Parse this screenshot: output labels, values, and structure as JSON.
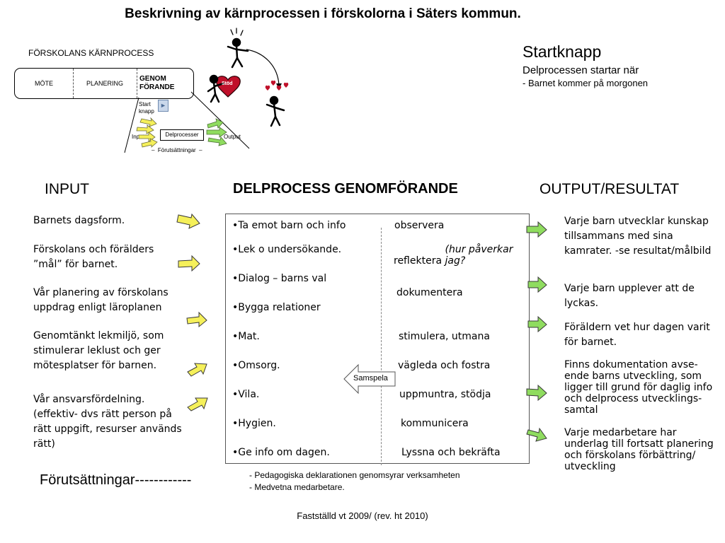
{
  "title": "Beskrivning av kärnprocessen i förskolorna i Säters kommun.",
  "mini_diagram": {
    "heading": "FÖRSKOLANS KÄRNPROCESS",
    "segments": [
      "MÖTE",
      "PLANERING",
      "GENOM\nFÖRANDE"
    ],
    "stod": "Stöd",
    "startknapp": "Start\nknapp",
    "play_symbol": "►",
    "input": "Input",
    "delprocesser": "Delprocesser",
    "output": "Output",
    "forutsattningar": "Förutsättningar"
  },
  "startknapp": {
    "heading": "Startknapp",
    "line1": "Delprocessen startar när",
    "line2": "- Barnet kommer på morgonen"
  },
  "headers": {
    "input": "INPUT",
    "delprocess": "DELPROCESS GENOMFÖRANDE",
    "output": "OUTPUT/RESULTAT"
  },
  "input_items": [
    "Barnets dagsform.",
    "Förskolans och förälders ”mål” för barnet.",
    "Vår planering av förskolans uppdrag enligt läroplanen",
    "Genomtänkt lekmiljö, som stimulerar leklust och ger mötesplatser för barnen.",
    "Vår ansvarsfördelning. (effektiv- dvs rätt person på rätt uppgift, resurser används rätt)"
  ],
  "bullet_char": "•",
  "process_left": [
    "Ta emot barn och info",
    "Lek o undersökande.",
    "Dialog – barns val",
    "Bygga relationer",
    "Mat.",
    "Omsorg.",
    "Vila.",
    "Hygien.",
    "Ge info om dagen."
  ],
  "process_right": [
    "observera",
    "reflektera",
    "dokumentera",
    "stimulera, utmana",
    "vägleda och fostra",
    "uppmuntra, stödja",
    "kommunicera",
    "Lyssna och bekräfta"
  ],
  "reflektera_note": "(hur påverkar jag?",
  "samspela": "Samspela",
  "output_items": [
    "Varje barn utvecklar kunskap tillsammans med sina kamrater. -se resultat/målbild",
    "Varje barn upplever att de lyckas.",
    "Föräldern vet hur dagen varit för barnet.",
    "Finns dokumentation avse-ende barns utveckling, som ligger till grund för daglig info och delprocess utvecklings-samtal",
    "Varje medarbetare har underlag till fortsatt planering och förskolans förbättring/ utveckling"
  ],
  "forutsattningar": "Förutsättningar------------",
  "notes": [
    "-  Pedagogiska deklarationen genomsyrar verksamheten",
    "-  Medvetna medarbetare."
  ],
  "footer": "Fastställd vt 2009/ (rev. ht 2010)",
  "colors": {
    "yellow_arrow": "#f5f05a",
    "green_arrow": "#8fdc5f",
    "arrow_outline": "#3a3a3a",
    "heart": "#c0102a"
  }
}
